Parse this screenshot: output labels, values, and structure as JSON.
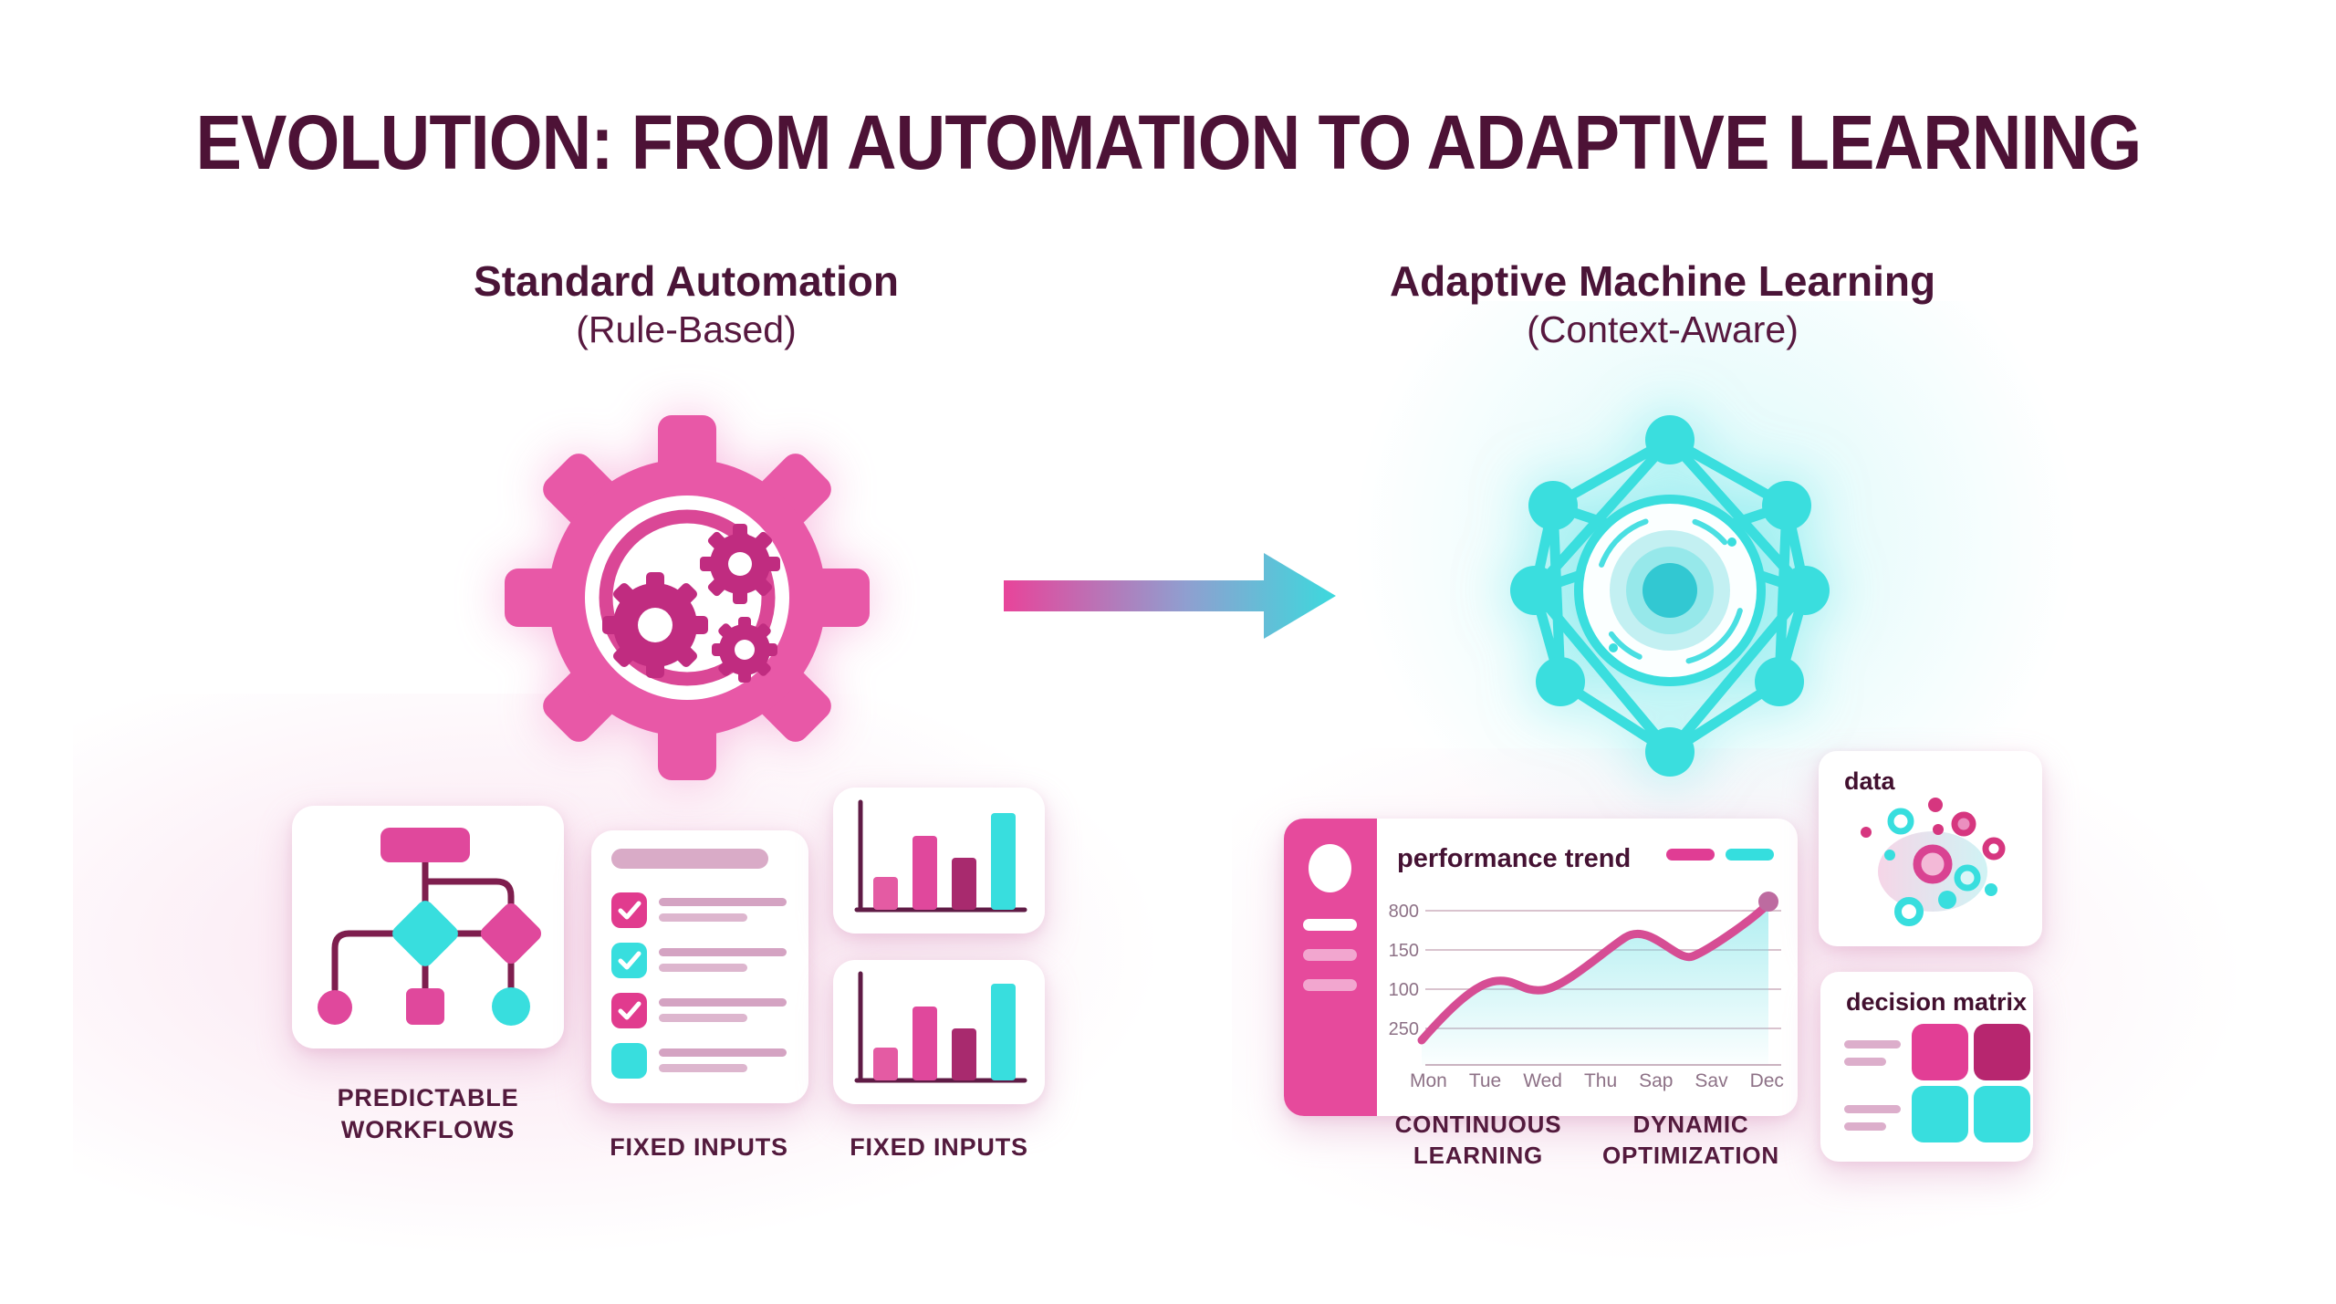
{
  "title": "EVOLUTION: FROM AUTOMATION TO ADAPTIVE LEARNING",
  "left": {
    "heading": "Standard Automation",
    "subheading": "(Rule-Based)",
    "workflows_label": "PREDICTABLE WORKFLOWS",
    "fixed_inputs_label_1": "FIXED INPUTS",
    "fixed_inputs_label_2": "FIXED INPUTS"
  },
  "right": {
    "heading": "Adaptive Machine Learning",
    "subheading": "(Context-Aware)",
    "continuous_label": "CONTINUOUS LEARNING",
    "dynamic_label": "DYNAMIC OPTIMIZATION",
    "data_card_title": "data",
    "matrix_card_title": "decision matrix"
  },
  "perf_chart": {
    "title": "performance trend",
    "y_labels": [
      "800",
      "150",
      "100",
      "250"
    ],
    "x_labels": [
      "Mon",
      "Tue",
      "Wed",
      "Thu",
      "Sap",
      "Sav",
      "Dec"
    ]
  },
  "chart_data": [
    {
      "id": "performance-trend",
      "type": "line",
      "title": "performance trend",
      "x": [
        "Mon",
        "Tue",
        "Wed",
        "Thu",
        "Sap",
        "Sav",
        "Dec"
      ],
      "values_pct_of_plot_height": [
        13,
        52,
        46,
        62,
        72,
        65,
        98
      ],
      "y_tick_labels": [
        "800",
        "150",
        "100",
        "250"
      ],
      "grid": true,
      "line_color": "#d64d94",
      "area_fill": "cyan gradient fading down",
      "endpoint_dot_color": "#bd6ba0",
      "legend_pills": [
        "#e03d94",
        "#35dede"
      ],
      "legend_position": "top-right"
    },
    {
      "id": "fixed-inputs-bars",
      "type": "bar",
      "appears_in_cards": 2,
      "values_pct": [
        33,
        78,
        54,
        98
      ],
      "bar_colors": [
        "#e45ba3",
        "#e0489c",
        "#a82a6e",
        "#38dede"
      ]
    }
  ],
  "checklist": {
    "items": [
      {
        "color": "pink",
        "checked": true
      },
      {
        "color": "cyan",
        "checked": true
      },
      {
        "color": "pink",
        "checked": true
      },
      {
        "color": "cyan",
        "checked": false
      }
    ]
  },
  "decision_matrix": {
    "cells": [
      [
        "#e23e95",
        "#b7266f"
      ],
      [
        "#38dede",
        "#38dede"
      ]
    ]
  },
  "colors": {
    "pink": "#e8489c",
    "cyan": "#38dede",
    "dark_purple": "#4d1438",
    "dark_magenta": "#a82a6e",
    "line_pink": "#d64d94",
    "connector_maroon": "#7e1e4e"
  }
}
